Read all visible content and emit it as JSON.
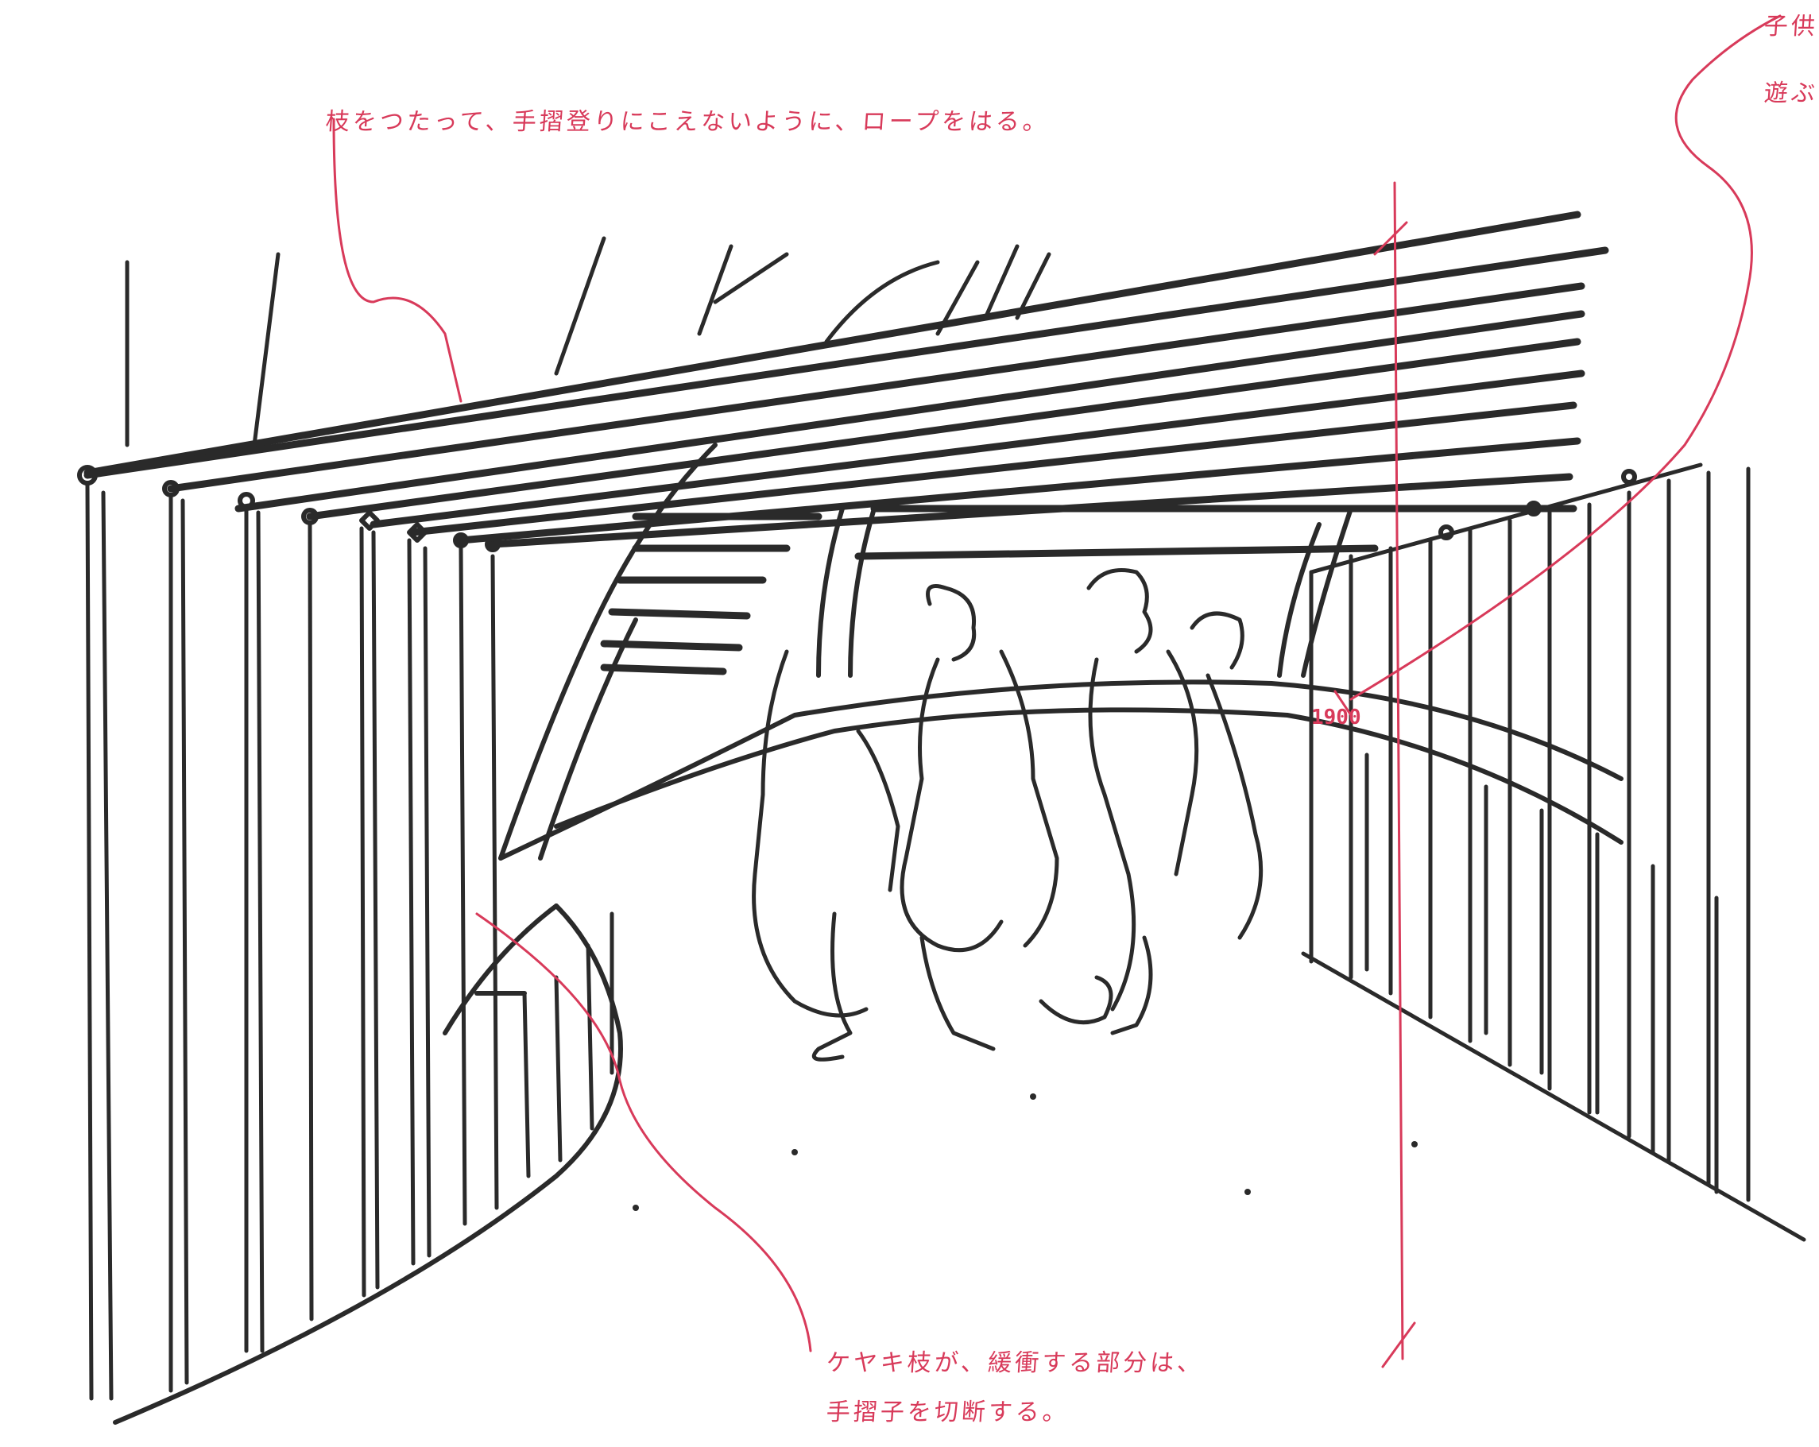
{
  "annotations": {
    "top_note": "枝をつたって、手摺登りにこえないように、ロープをはる。",
    "top_right_line1": "子供",
    "top_right_line2": "遊ぶ",
    "bottom_line1": "ケヤキ枝が、緩衝する部分は、",
    "bottom_line2": "手摺子を切断する。",
    "dimension": "1900"
  },
  "colors": {
    "ink": "#2a2a2a",
    "annotation": "#d83a5a"
  }
}
